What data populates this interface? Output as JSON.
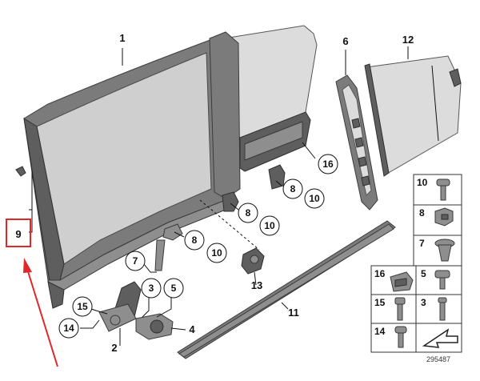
{
  "diagram": {
    "callouts": {
      "n1": "1",
      "n2": "2",
      "n3": "3",
      "n4": "4",
      "n5": "5",
      "n6": "6",
      "n7": "7",
      "n8a": "8",
      "n8b": "8",
      "n8c": "8",
      "n9": "9",
      "n10a": "10",
      "n10b": "10",
      "n10c": "10",
      "n11": "11",
      "n12": "12",
      "n13": "13",
      "n14": "14",
      "n15": "15",
      "n16": "16"
    },
    "legend": {
      "l10": "10",
      "l8": "8",
      "l7": "7",
      "l16": "16",
      "l5": "5",
      "l15": "15",
      "l3": "3",
      "l14": "14"
    },
    "document_id": "295487",
    "highlight_color": "#e0282b"
  }
}
